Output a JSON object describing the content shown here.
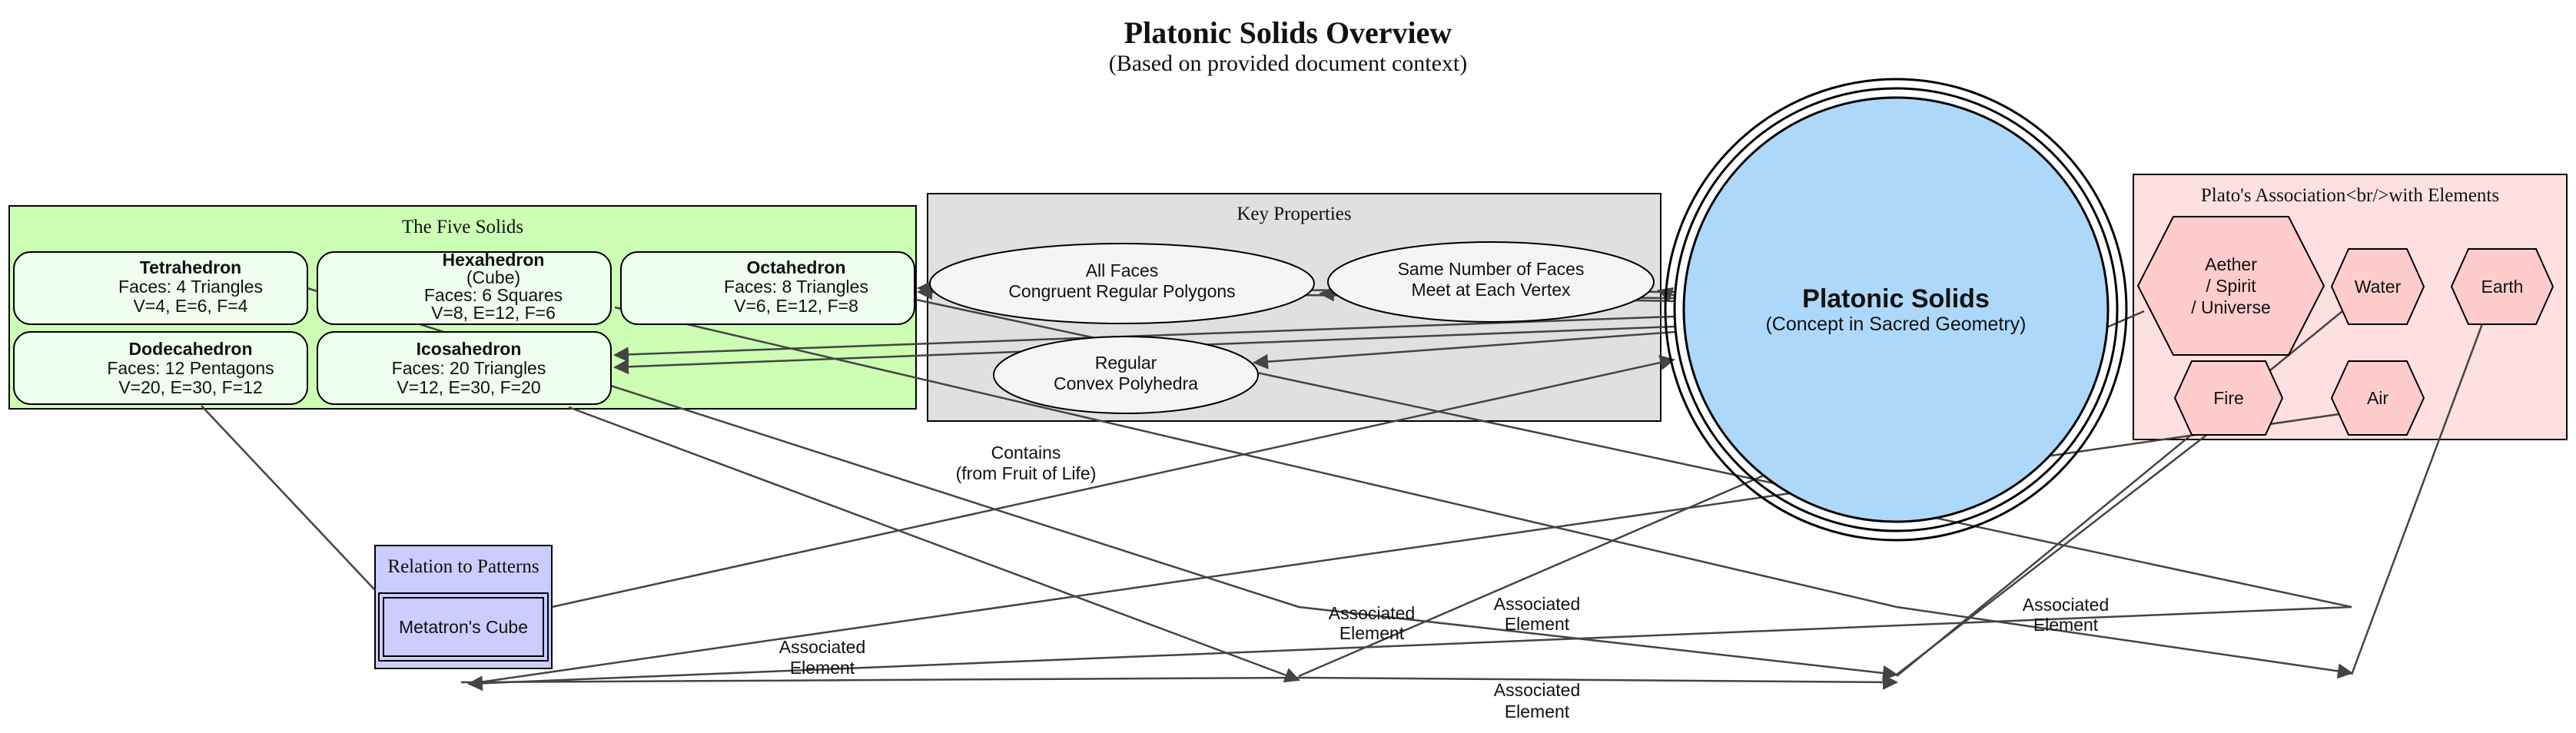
{
  "title": "Platonic Solids Overview",
  "subtitle": "(Based on provided document context)",
  "central": {
    "title": "Platonic Solids",
    "subtitle": "(Concept in Sacred Geometry)"
  },
  "clusters": {
    "solids": "The Five Solids",
    "properties": "Key Properties",
    "elements": "Plato's Association<br/>with Elements",
    "patterns": "Relation to Patterns"
  },
  "solids": [
    {
      "name": "Tetrahedron",
      "lines": [
        "Faces: 4 Triangles",
        "V=4, E=6, F=4"
      ]
    },
    {
      "name": "Hexahedron",
      "lines": [
        "(Cube)",
        "Faces: 6 Squares",
        "V=8, E=12, F=6"
      ]
    },
    {
      "name": "Octahedron",
      "lines": [
        "Faces: 8 Triangles",
        "V=6, E=12, F=8"
      ]
    },
    {
      "name": "Dodecahedron",
      "lines": [
        "Faces: 12 Pentagons",
        "V=20, E=30, F=12"
      ]
    },
    {
      "name": "Icosahedron",
      "lines": [
        "Faces: 20 Triangles",
        "V=12, E=30, F=20"
      ]
    }
  ],
  "properties": [
    {
      "lines": [
        "All Faces",
        "Congruent Regular Polygons"
      ]
    },
    {
      "lines": [
        "Same Number of Faces",
        "Meet at Each Vertex"
      ]
    },
    {
      "lines": [
        "Regular",
        "Convex Polyhedra"
      ]
    }
  ],
  "elements": [
    {
      "lines": [
        "Aether",
        "/ Spirit",
        "/ Universe"
      ]
    },
    {
      "lines": [
        "Water"
      ]
    },
    {
      "lines": [
        "Earth"
      ]
    },
    {
      "lines": [
        "Fire"
      ]
    },
    {
      "lines": [
        "Air"
      ]
    }
  ],
  "pattern": "Metatron's Cube",
  "edge_labels": {
    "contains": [
      "Contains",
      "(from Fruit of Life)"
    ],
    "associated": [
      "Associated",
      "Element"
    ]
  },
  "colors": {
    "solids_cluster": "#ccffb3",
    "solid_node": "#eeffee",
    "properties_cluster": "#e0e0e0",
    "property_node": "#f5f5f5",
    "elements_cluster": "#ffe0e0",
    "element_node": "#ffcccc",
    "pattern_node": "#ccccff",
    "central_node": "#add8fa",
    "edge": "#444444"
  }
}
